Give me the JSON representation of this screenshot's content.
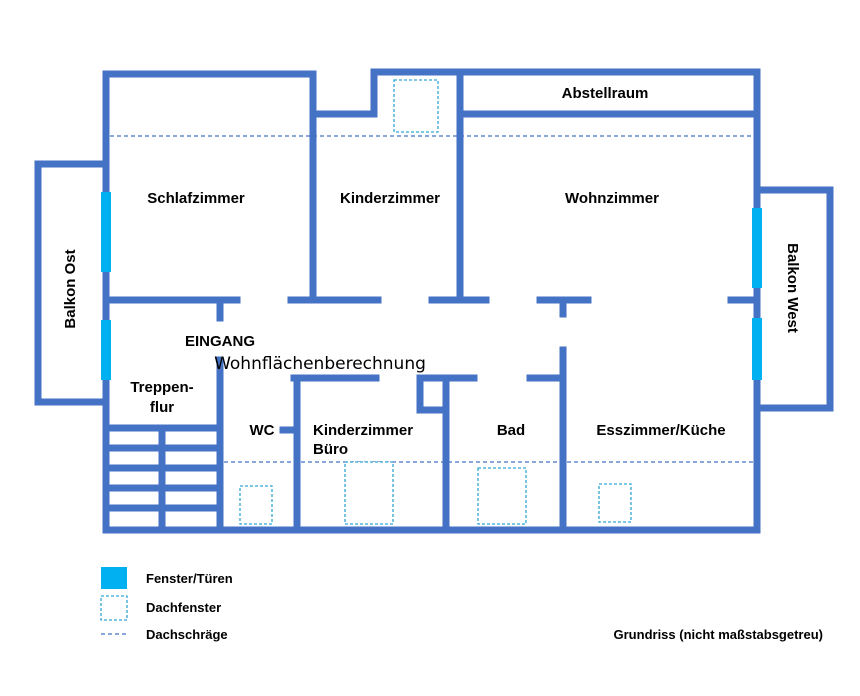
{
  "rooms": {
    "abstellraum": "Abstellraum",
    "schlafzimmer": "Schlafzimmer",
    "kinderzimmer": "Kinderzimmer",
    "wohnzimmer": "Wohnzimmer",
    "balkon_ost": "Balkon Ost",
    "balkon_west": "Balkon West",
    "eingang": "EINGANG",
    "treppenflur_line1": "Treppen-",
    "treppenflur_line2": "flur",
    "wc": "WC",
    "kinderzimmer_buero_line1": "Kinderzimmer",
    "kinderzimmer_buero_line2": "Büro",
    "bad": "Bad",
    "esszimmer_kueche": "Esszimmer/Küche"
  },
  "overlay_text": "Wohnflächenberechnung",
  "legend": {
    "fenster_tueren": "Fenster/Türen",
    "dachfenster": "Dachfenster",
    "dachschraege": "Dachschräge"
  },
  "footer_note": "Grundriss (nicht maßstabsgetreu)",
  "colors": {
    "wall": "#4472c4",
    "window": "#00b0f0",
    "skylight_border": "#2fa8d6"
  }
}
